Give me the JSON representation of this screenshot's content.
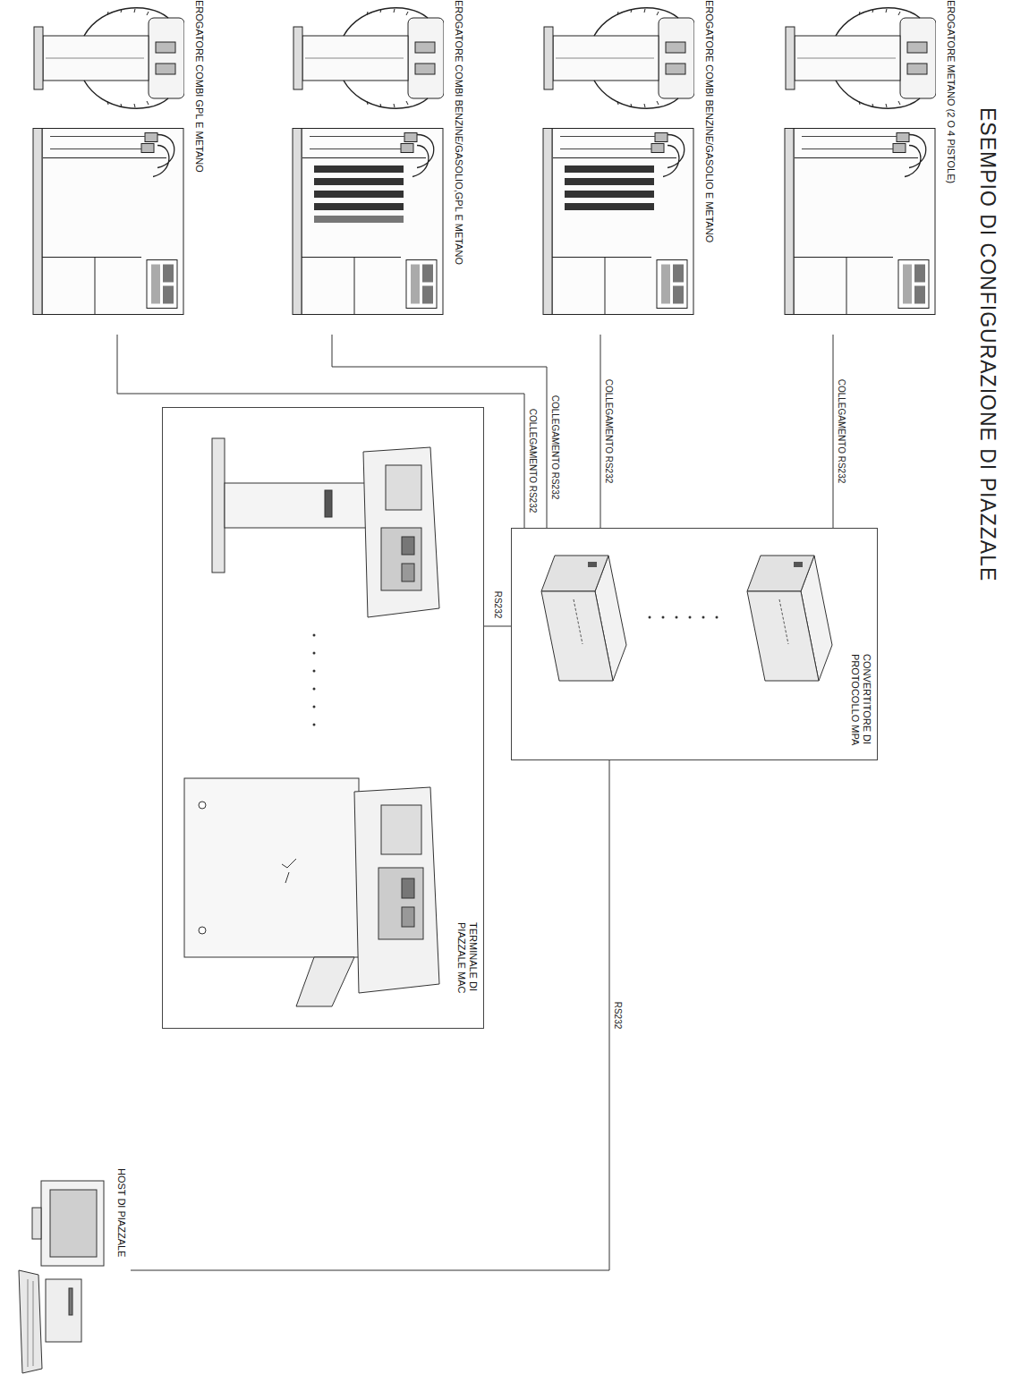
{
  "diagram": {
    "title": "ESEMPIO DI CONFIGURAZIONE DI PIAZZALE",
    "nodes": [
      {
        "text": [
          "EROGATORE METANO (2 O 4 PISTOLE)"
        ]
      },
      {
        "text": [
          "EROGATORE COMBI BENZINE/GASOLIO E METANO"
        ]
      },
      {
        "text": [
          "EROGATORE COMBI BENZINE/GASOLIO,GPL E METANO"
        ]
      },
      {
        "text": [
          "EROGATORE COMBI GPL E METANO"
        ]
      },
      {
        "text": [
          "CONVERTITORE DI PROTOCOLLO MPA"
        ]
      },
      {
        "text": [
          "TERMINALE DI PIAZZALE MAC"
        ]
      },
      {
        "text": [
          "HOST DI PIAZZALE"
        ]
      }
    ],
    "edges": [
      {
        "from": 0,
        "to": 4,
        "label": "COLLEGAMENTO RS232",
        "arrow": "none"
      },
      {
        "from": 1,
        "to": 4,
        "label": "COLLEGAMENTO RS232",
        "arrow": "none"
      },
      {
        "from": 2,
        "to": 4,
        "label": "COLLEGAMENTO RS232",
        "arrow": "none"
      },
      {
        "from": 3,
        "to": 4,
        "label": "COLLEGAMENTO RS232",
        "arrow": "none"
      },
      {
        "from": 4,
        "to": 5,
        "label": "RS232",
        "arrow": "none"
      },
      {
        "from": 4,
        "to": 6,
        "label": "RS232",
        "arrow": "none"
      }
    ]
  }
}
